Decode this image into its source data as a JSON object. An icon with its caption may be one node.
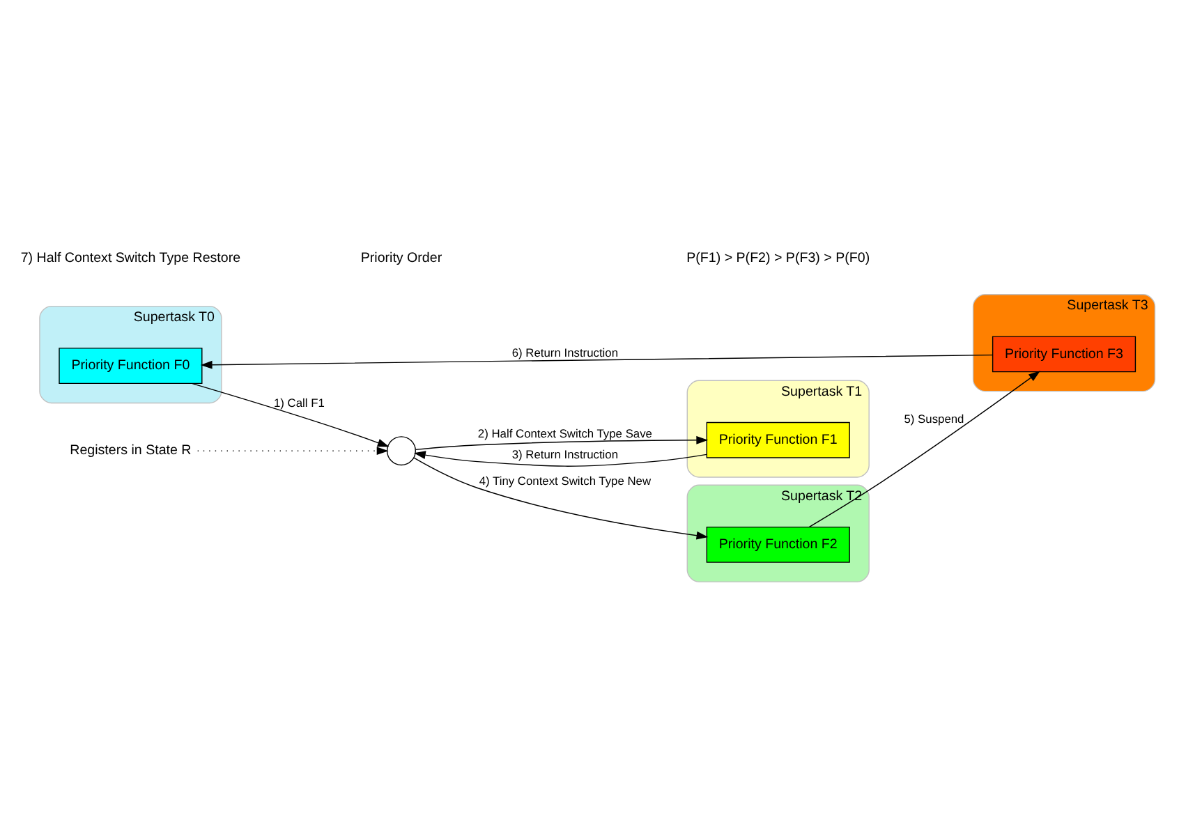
{
  "diagram": {
    "nodes": [
      {
        "text": [
          "Supertask T0"
        ]
      },
      {
        "text": [
          "Priority Function F0"
        ],
        "in": 0
      },
      {
        "text": [],
        "shape": "circle"
      },
      {
        "text": [
          "Supertask T1"
        ]
      },
      {
        "text": [
          "Priority Function F1"
        ],
        "in": 3
      },
      {
        "text": [
          "Supertask T2"
        ]
      },
      {
        "text": [
          "Priority Function F2"
        ],
        "in": 5
      },
      {
        "text": [
          "Supertask T3"
        ]
      },
      {
        "text": [
          "Priority Function F3"
        ],
        "in": 7
      },
      {
        "text": [
          "Registers in State R"
        ]
      }
    ],
    "edges": [
      {
        "from": 9,
        "to": 2,
        "arrow": "to",
        "style": "dashed"
      },
      {
        "from": 1,
        "to": 2,
        "arrow": "to",
        "label": "1) Call F1"
      },
      {
        "from": 2,
        "to": 4,
        "arrow": "to",
        "label": "2) Half Context Switch Type Save"
      },
      {
        "from": 4,
        "to": 2,
        "arrow": "to",
        "label": "3) Return Instruction"
      },
      {
        "from": 2,
        "to": 6,
        "arrow": "to",
        "label": "4) Tiny Context Switch Type New"
      },
      {
        "from": 6,
        "to": 8,
        "arrow": "to",
        "label": "5) Suspend"
      },
      {
        "from": 8,
        "to": 1,
        "arrow": "to",
        "label": "6) Return Instruction"
      }
    ],
    "labels": [
      "7) Half Context Switch Type Restore",
      "Priority Order",
      "P(F1) > P(F2) > P(F3) > P(F0)"
    ]
  }
}
